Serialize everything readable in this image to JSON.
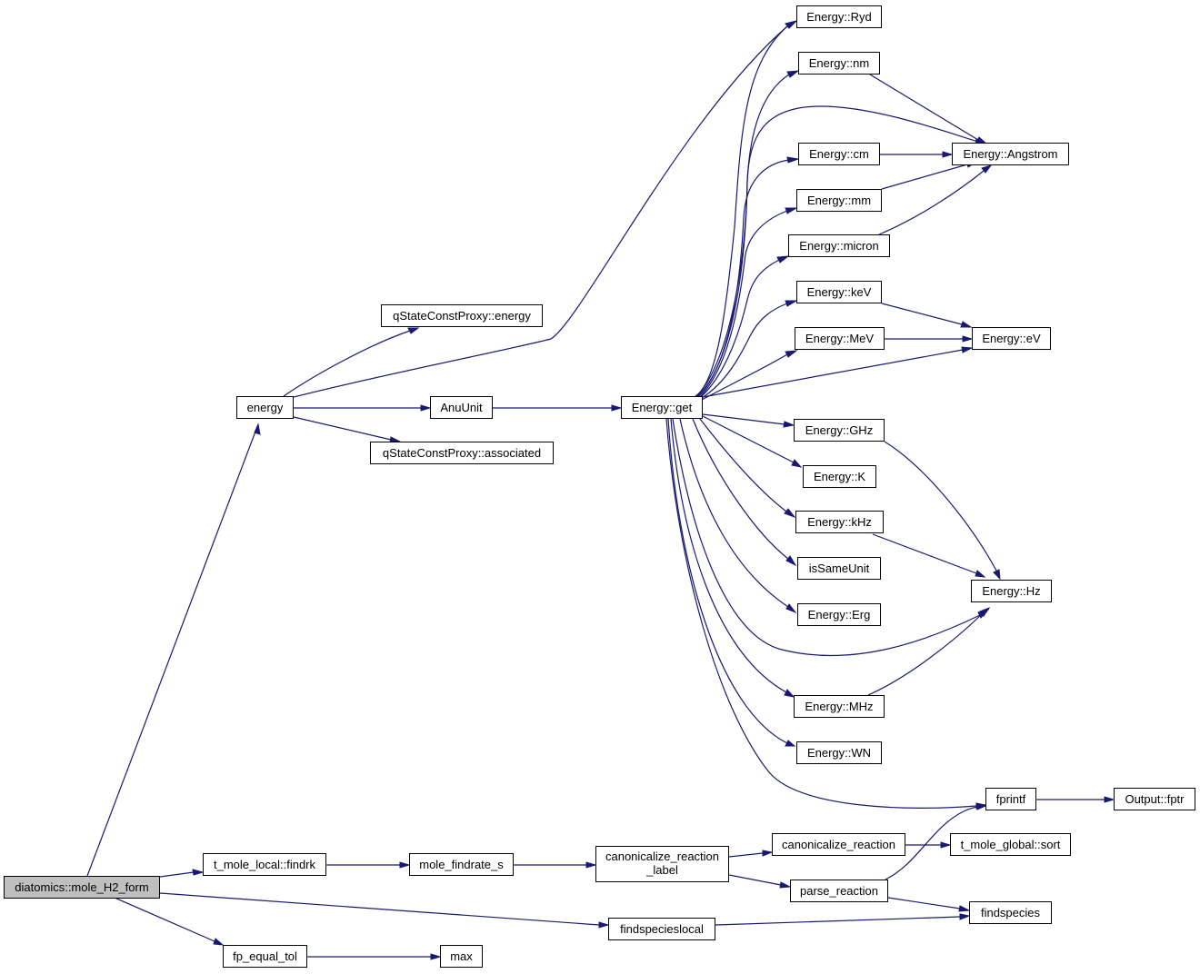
{
  "graph": {
    "root": "diatomics::mole_H2_form",
    "colors": {
      "edge": "#191970",
      "root_fill": "#bfbfbf",
      "node_border": "#000000"
    },
    "nodes": {
      "n_root": "diatomics::mole_H2_form",
      "n_energy": "energy",
      "n_qsc_energy": "qStateConstProxy::energy",
      "n_anuunit": "AnuUnit",
      "n_qsc_assoc": "qStateConstProxy::associated",
      "n_get": "Energy::get",
      "n_ryd": "Energy::Ryd",
      "n_nm": "Energy::nm",
      "n_angstrom": "Energy::Angstrom",
      "n_cm": "Energy::cm",
      "n_mm": "Energy::mm",
      "n_micron": "Energy::micron",
      "n_kev": "Energy::keV",
      "n_mev": "Energy::MeV",
      "n_ev": "Energy::eV",
      "n_ghz": "Energy::GHz",
      "n_k": "Energy::K",
      "n_khz": "Energy::kHz",
      "n_issame": "isSameUnit",
      "n_erg": "Energy::Erg",
      "n_hz": "Energy::Hz",
      "n_mhz": "Energy::MHz",
      "n_wn": "Energy::WN",
      "n_fprintf": "fprintf",
      "n_fptr": "Output::fptr",
      "n_findrk": "t_mole_local::findrk",
      "n_findrate": "mole_findrate_s",
      "n_canon_label_1": "canonicalize_reaction",
      "n_canon_label_2": "_label",
      "n_canon": "canonicalize_reaction",
      "n_sort": "t_mole_global::sort",
      "n_parse": "parse_reaction",
      "n_findlocal": "findspecieslocal",
      "n_findspecies": "findspecies",
      "n_fpeq": "fp_equal_tol",
      "n_max": "max"
    }
  }
}
